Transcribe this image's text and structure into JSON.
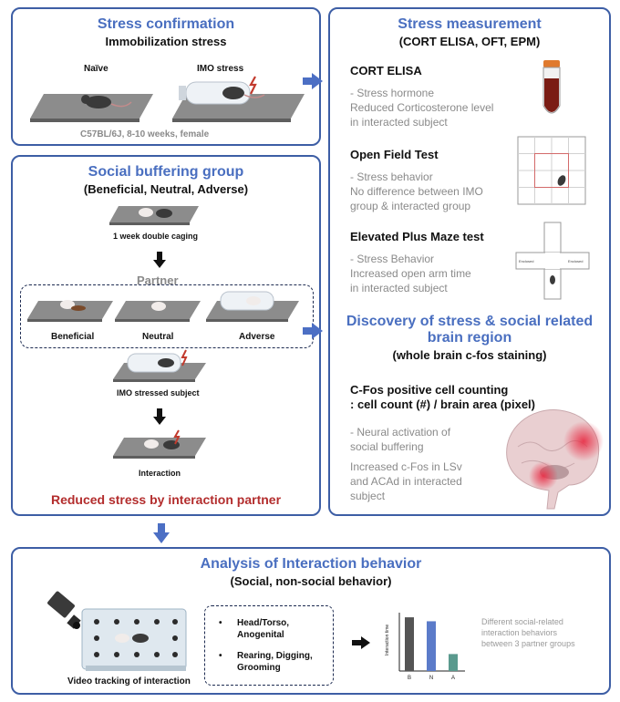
{
  "stress_confirmation": {
    "title": "Stress confirmation",
    "subtitle": "Immobilization stress",
    "naive_label": "Naïve",
    "imo_label": "IMO stress",
    "strain_note": "C57BL/6J, 8-10 weeks, female"
  },
  "social_buffering": {
    "title": "Social buffering group",
    "subtitle": "(Beneficial, Neutral, Adverse)",
    "caging_label": "1 week double caging",
    "partner_label": "Partner",
    "partners": [
      "Beneficial",
      "Neutral",
      "Adverse"
    ],
    "imo_subject_label": "IMO stressed subject",
    "interaction_label": "Interaction",
    "result": "Reduced stress by interaction partner"
  },
  "stress_measurement": {
    "title": "Stress measurement",
    "subtitle": "(CORT ELISA, OFT, EPM)",
    "tests": [
      {
        "name": "CORT ELISA",
        "lines": [
          "- Stress hormone",
          "Reduced Corticosterone level",
          "in interacted subject"
        ]
      },
      {
        "name": "Open Field Test",
        "lines": [
          "- Stress behavior",
          "No difference between IMO",
          "group & interacted group"
        ]
      },
      {
        "name": "Elevated Plus Maze test",
        "lines": [
          "- Stress Behavior",
          "Increased open arm time",
          "in interacted subject"
        ]
      }
    ],
    "epm_arm_label": "Enclosed",
    "discovery_title_1": "Discovery of stress & social related",
    "discovery_title_2": "brain region",
    "discovery_subtitle": "(whole brain c-fos staining)",
    "cfos_title_1": "C-Fos positive cell counting",
    "cfos_title_2": ": cell count (#) / brain area (pixel)",
    "cfos_lines_a": [
      "- Neural activation of",
      "social buffering"
    ],
    "cfos_lines_b": [
      "Increased c-Fos in LSv",
      "and ACAd in interacted",
      "subject"
    ]
  },
  "analysis": {
    "title": "Analysis of Interaction behavior",
    "subtitle": "(Social, non-social behavior)",
    "video_label": "Video tracking of interaction",
    "behaviors": [
      "Head/Torso,",
      "Anogenital",
      "Rearing, Digging,",
      "Grooming"
    ],
    "bullets": [
      "•",
      "•"
    ],
    "note_lines": [
      "Different social-related",
      "interaction behaviors",
      "between 3 partner groups"
    ],
    "colors": {
      "accent": "#3d5ea5",
      "title_blue": "#4a6fc0",
      "result_red": "#b32d2d",
      "arrow_blue": "#4c6fc4"
    }
  },
  "chart_data": {
    "type": "bar",
    "categories": [
      "B",
      "N",
      "A"
    ],
    "values": [
      0.95,
      0.88,
      0.3
    ],
    "ylabel": "Interaction time",
    "colors": [
      "#555555",
      "#5b7bc9",
      "#5a9a8e"
    ]
  }
}
